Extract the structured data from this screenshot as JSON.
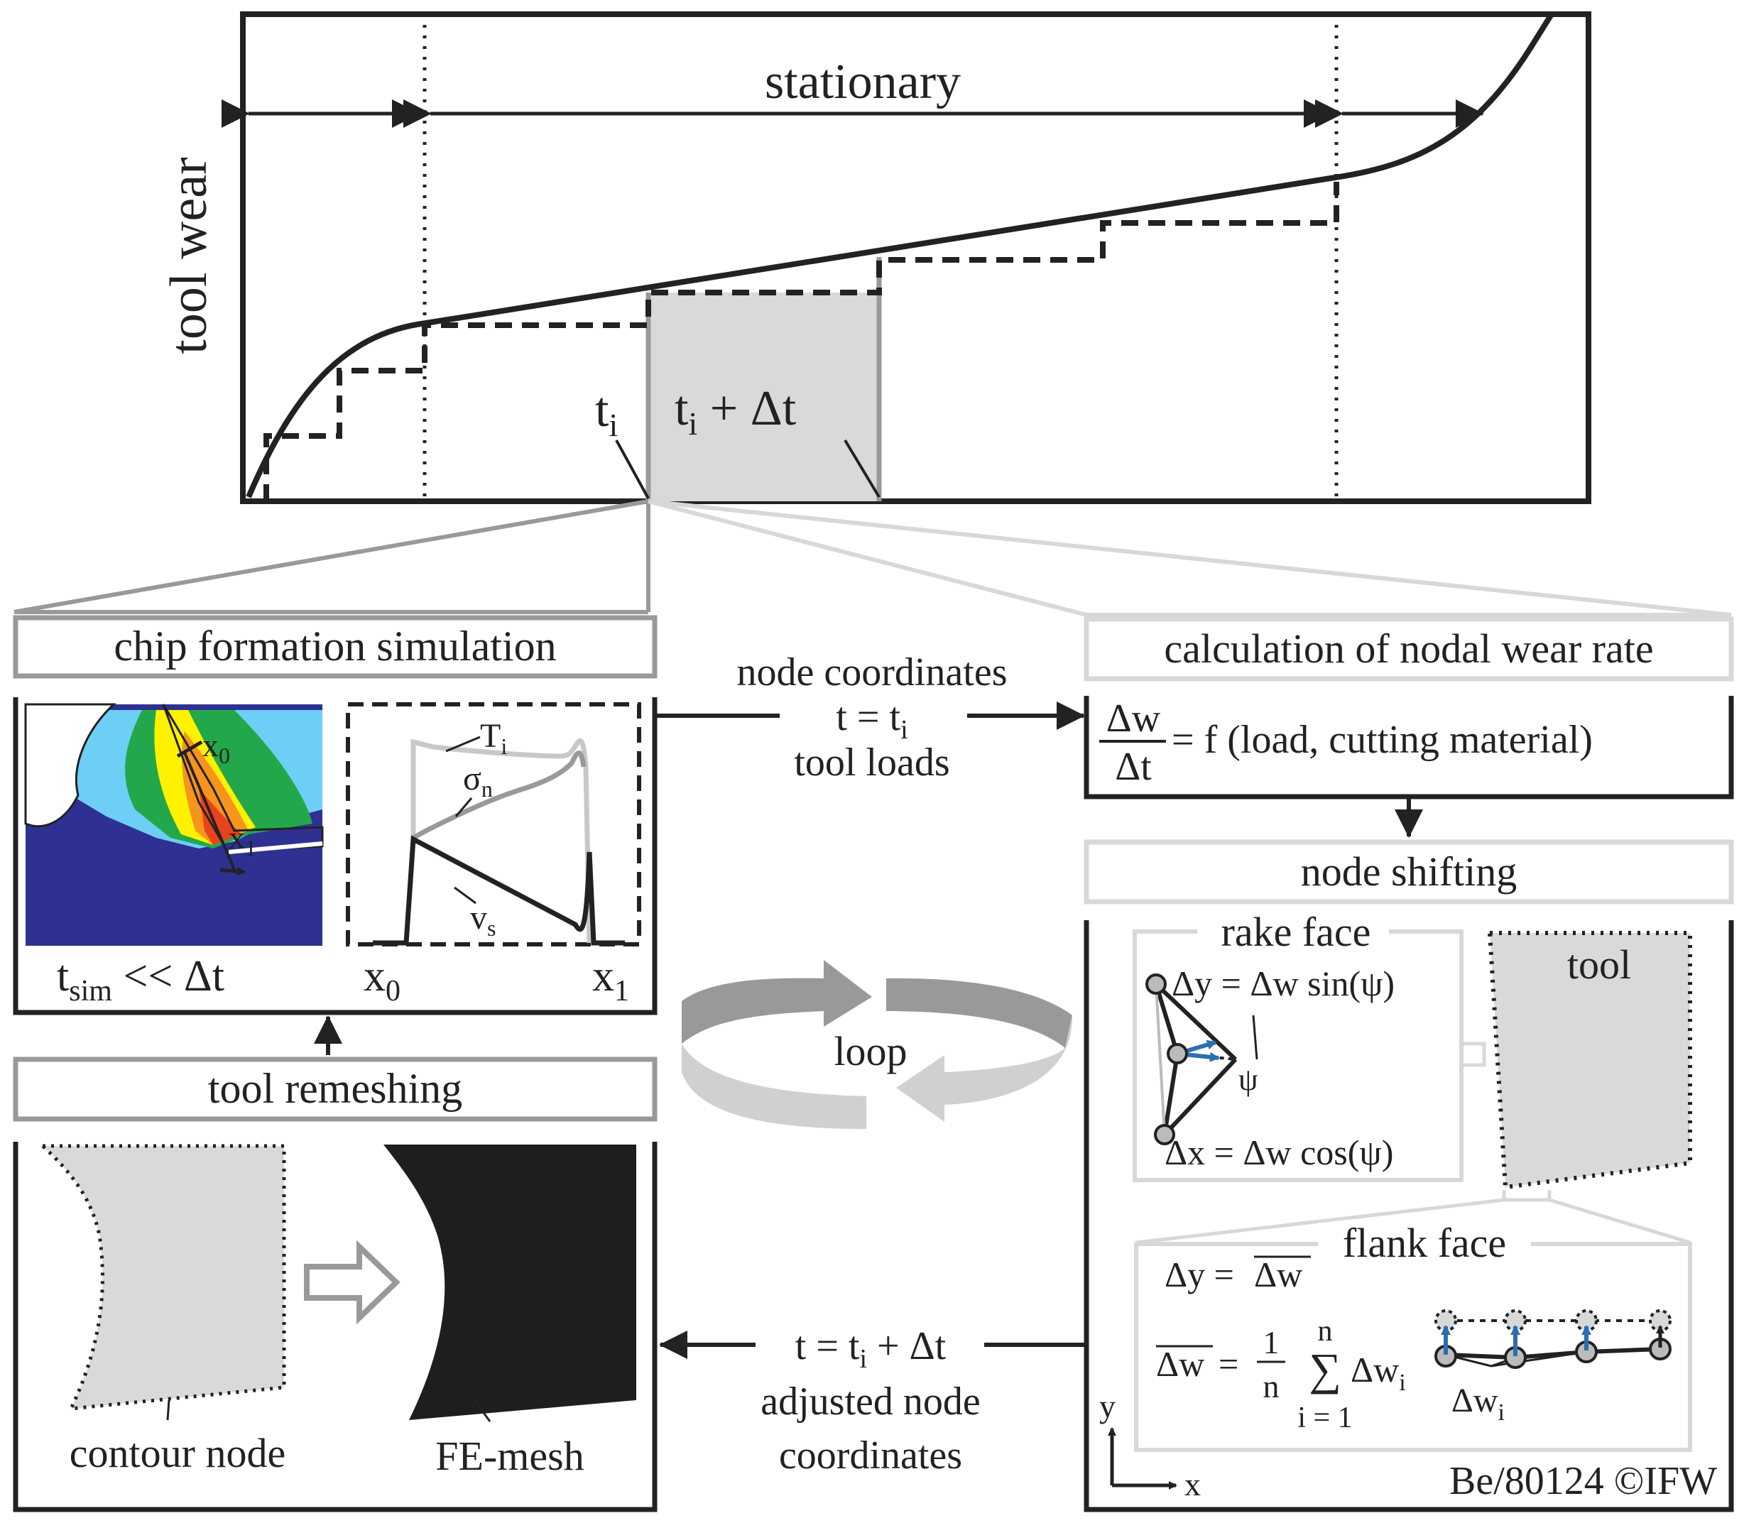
{
  "top_panel": {
    "ylabel": "tool wear",
    "phase_label": "stationary",
    "t_i_label": "t",
    "t_i_sub": "i",
    "t_i_dt_label": "t",
    "t_i_dt_sub": "i",
    "t_i_dt_rest": " + Δt"
  },
  "chip_formation": {
    "title": "chip formation simulation",
    "x0_label": "x",
    "x0_sub": "0",
    "x1_label": "x",
    "x1_sub": "1",
    "tsim_label": "t",
    "tsim_sub": "sim",
    "tsim_rest": " << Δt",
    "plot_x0": "x",
    "plot_x0_sub": "0",
    "plot_x1": "x",
    "plot_x1_sub": "1",
    "Ti_label": "T",
    "Ti_sub": "i",
    "sigma_label": "σ",
    "sigma_sub": "n",
    "vs_label": "v",
    "vs_sub": "s"
  },
  "nodal_wear": {
    "title": "calculation of nodal wear rate",
    "numerator": "Δw",
    "denominator": "Δt",
    "formula_rest": "= f (load, cutting material)"
  },
  "arrow_top": {
    "line1": "node coordinates",
    "line2_a": "t = t",
    "line2_sub": "i",
    "line3": "tool loads"
  },
  "node_shifting": {
    "title": "node shifting",
    "rake_face": "rake face",
    "dy_formula": "Δy = Δw sin(ψ)",
    "dx_formula": "Δx = Δw cos(ψ)",
    "psi": "ψ",
    "tool_label": "tool",
    "flank_face": "flank face",
    "flank_dy": "Δy =",
    "flank_dw": "Δw",
    "avg_dw": "Δw",
    "avg_eq": "=",
    "frac_num": "1",
    "frac_den": "n",
    "sum_top": "n",
    "sum_sym": "∑",
    "sum_bottom": "i = 1",
    "sum_term": "Δw",
    "sum_term_sub": "i",
    "dwi_label": "Δw",
    "dwi_sub": "i",
    "axis_y": "y",
    "axis_x": "x",
    "copyright": "Be/80124 ©IFW"
  },
  "loop_label": "loop",
  "remeshing": {
    "title": "tool remeshing",
    "contour_node": "contour node",
    "fe_mesh": "FE-mesh"
  },
  "arrow_bottom": {
    "line1_a": "t = t",
    "line1_sub": "i",
    "line1_rest": " + Δt",
    "line2": "adjusted node",
    "line3": "coordinates"
  },
  "colors": {
    "dark": "#222222",
    "gray": "#999999",
    "light_gray": "#d8d8d8",
    "shade": "#d9d9d9",
    "blue_arrow": "#2a6fb0",
    "fe_navy": "#2e3192",
    "fe_green": "#22a84a",
    "fe_yellow": "#fff200",
    "fe_orange": "#f7941d",
    "fe_red": "#e8431b",
    "fe_cyan": "#6dcff6"
  }
}
